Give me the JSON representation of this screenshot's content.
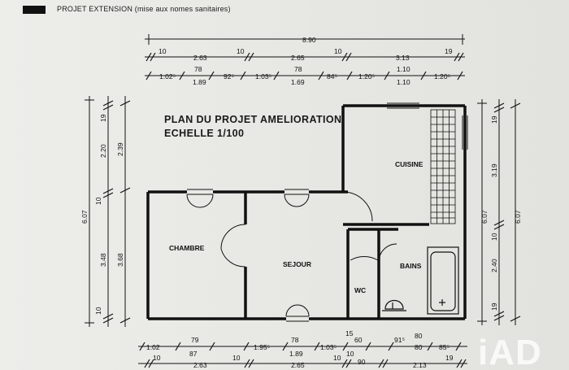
{
  "header": {
    "text": "PROJET EXTENSION (mise aux nomes sanitaires)"
  },
  "plan": {
    "title": "PLAN DU PROJET AMELIORATION",
    "scale": "ECHELLE 1/100"
  },
  "rooms": {
    "chambre": "CHAMBRE",
    "sejour": "SEJOUR",
    "cuisine": "CUISINE",
    "bains": "BAINS",
    "wc": "WC"
  },
  "dims_top": {
    "total": "8.90",
    "row2": [
      "10",
      "2.63",
      "10",
      "2.65",
      "10",
      "3.13",
      "19"
    ],
    "row3a": [
      "1.02⁵",
      "78",
      "92⁵",
      "1.03⁵",
      "78",
      "84⁵",
      "1.20⁵",
      "1.10",
      "1.20⁵"
    ],
    "row3b": [
      "1.89",
      "1.69",
      "1.10"
    ]
  },
  "dims_bottom": {
    "row1a": [
      "1.02",
      "79",
      "1.95⁵",
      "78",
      "1.03⁵",
      "15",
      "60",
      "91⁵",
      "80",
      "85⁵"
    ],
    "row1b": [
      "87",
      "1.89",
      "10",
      "90",
      "80"
    ],
    "row2": [
      "10",
      "2.63",
      "10",
      "2.65",
      "10",
      "2.13",
      "19"
    ]
  },
  "dims_left": {
    "outer": "6.07",
    "mid": [
      "19",
      "2.20",
      "10",
      "3.48",
      "10"
    ],
    "inner": [
      "2.39",
      "3.68"
    ]
  },
  "dims_right": {
    "outer": "6.07",
    "mid": [
      "19",
      "3.19",
      "10",
      "2.40",
      "19"
    ],
    "inner": "6.07"
  },
  "watermark": "iAD"
}
